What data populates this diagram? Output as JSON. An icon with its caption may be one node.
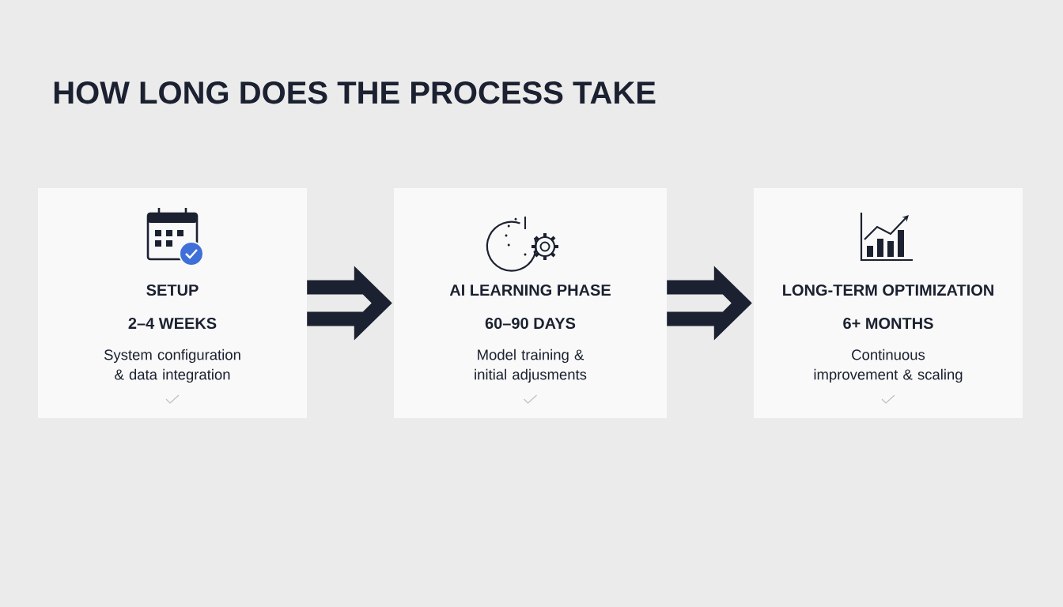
{
  "diagram": {
    "title": "HOW LONG DOES THE PROCESS TAKE",
    "nodes": [
      {
        "text": [
          "SETUP",
          "2–4 WEEKS",
          "System configuration & data integration"
        ]
      },
      {
        "text": [
          "AI LEARNING PHASE",
          "60–90 DAYS",
          "Model training & initial adjusments"
        ]
      },
      {
        "text": [
          "LONG-TERM OPTIMIZATION",
          "6+ MONTHS",
          "Continuous improvement & scaling"
        ]
      }
    ],
    "edges": [
      {
        "from": 0,
        "to": 1,
        "arrow": "to"
      },
      {
        "from": 1,
        "to": 2,
        "arrow": "to"
      }
    ]
  }
}
